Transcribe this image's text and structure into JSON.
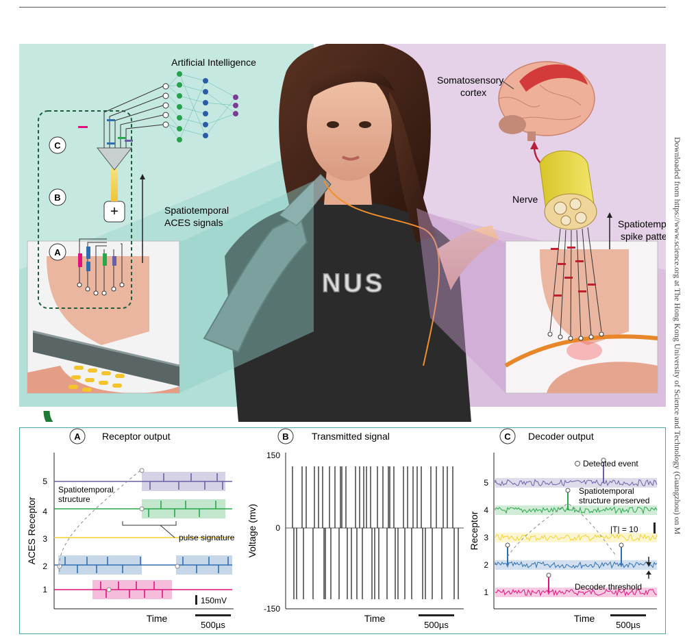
{
  "side_note": "Downloaded from https://www.science.org at The Hong Kong University of Science and Technology (Guangzhou) on M",
  "top": {
    "ai_label": "Artificial Intelligence",
    "stage_c": "C",
    "stage_b": "B",
    "stage_a": "A",
    "aces_line1": "Spatiotemporal",
    "aces_line2": "ACES signals",
    "shirt_text": "NUS",
    "cortex_line1": "Somatosensory",
    "cortex_line2": "cortex",
    "nerve_label": "Nerve",
    "spike_line1": "Spatiotemporal",
    "spike_line2": "spike patterns",
    "adder": "+",
    "colors": {
      "teal": "#bfe6df",
      "lilac": "#e3cde6",
      "pink": "#e0117f",
      "blue": "#2f6fb1",
      "green": "#27a84a",
      "purple": "#6a5fa6",
      "yellow": "#f2d22f"
    }
  },
  "panelA": {
    "letter": "A",
    "title": "Receptor output",
    "ylabel": "ACES Receptor",
    "xlabel": "Time",
    "scale_time": "500µs",
    "scale_volt": "150mV",
    "ann_structure_1": "Spatiotemporal",
    "ann_structure_2": "structure",
    "ann_pulse": "pulse signature",
    "yticks": [
      "1",
      "2",
      "3",
      "4",
      "5"
    ]
  },
  "panelB": {
    "letter": "B",
    "title": "Transmitted signal",
    "ylabel": "Voltage (mv)",
    "xlabel": "Time",
    "scale_time": "500µs",
    "yticks": [
      "150",
      "0",
      "-150"
    ]
  },
  "panelC": {
    "letter": "C",
    "title": "Decoder output",
    "ylabel": "Receptor",
    "xlabel": "Time",
    "scale_time": "500µs",
    "legend_event": "Detected event",
    "ann_preserved_1": "Spatiotemporal",
    "ann_preserved_2": "structure preserved",
    "ann_t": "|T| = 10",
    "ann_threshold": "Decoder threshold",
    "yticks": [
      "1",
      "2",
      "3",
      "4",
      "5"
    ]
  }
}
